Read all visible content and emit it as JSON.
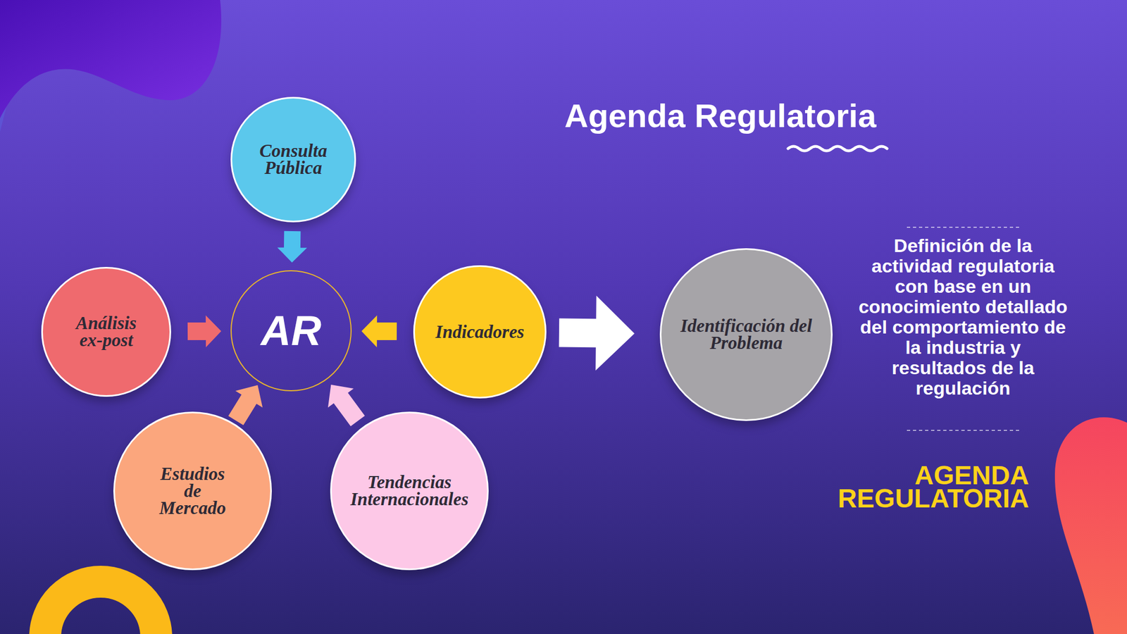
{
  "diagram": {
    "title": "Agenda Regulatoria",
    "nodes": [
      {
        "text": [
          "Consulta Pública"
        ]
      },
      {
        "text": [
          "Análisis ex-post"
        ]
      },
      {
        "text": [
          "AR"
        ]
      },
      {
        "text": [
          "Indicadores"
        ]
      },
      {
        "text": [
          "Identificación del Problema"
        ]
      },
      {
        "text": [
          "Estudios de Mercado"
        ]
      },
      {
        "text": [
          "Tendencias Internacionales"
        ]
      }
    ],
    "edges": [
      {
        "from": 0,
        "to": 2,
        "arrow": "to"
      },
      {
        "from": 1,
        "to": 2,
        "arrow": "to"
      },
      {
        "from": 3,
        "to": 2,
        "arrow": "to"
      },
      {
        "from": 5,
        "to": 2,
        "arrow": "to"
      },
      {
        "from": 6,
        "to": 2,
        "arrow": "to"
      },
      {
        "from": 3,
        "to": 4,
        "arrow": "to"
      }
    ],
    "labels": [
      "Definición de la actividad regulatoria con base en un conocimiento detallado del comportamiento de la industria y resultados de la regulación",
      "AGENDA REGULATORIA"
    ]
  }
}
